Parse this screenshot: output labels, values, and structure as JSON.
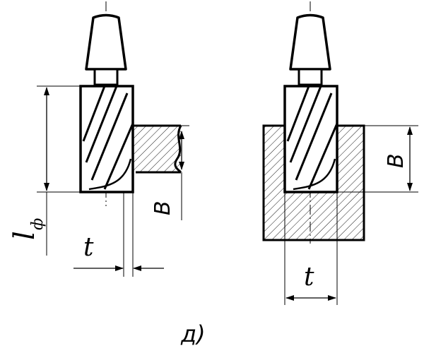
{
  "figure": {
    "caption": "д)",
    "left_view": {
      "length_label": "l",
      "length_subscript": "ф",
      "width_label": "B",
      "depth_label": "t"
    },
    "right_view": {
      "width_label": "B",
      "depth_label": "t"
    }
  },
  "colors": {
    "line": "#000000",
    "background": "#ffffff"
  }
}
